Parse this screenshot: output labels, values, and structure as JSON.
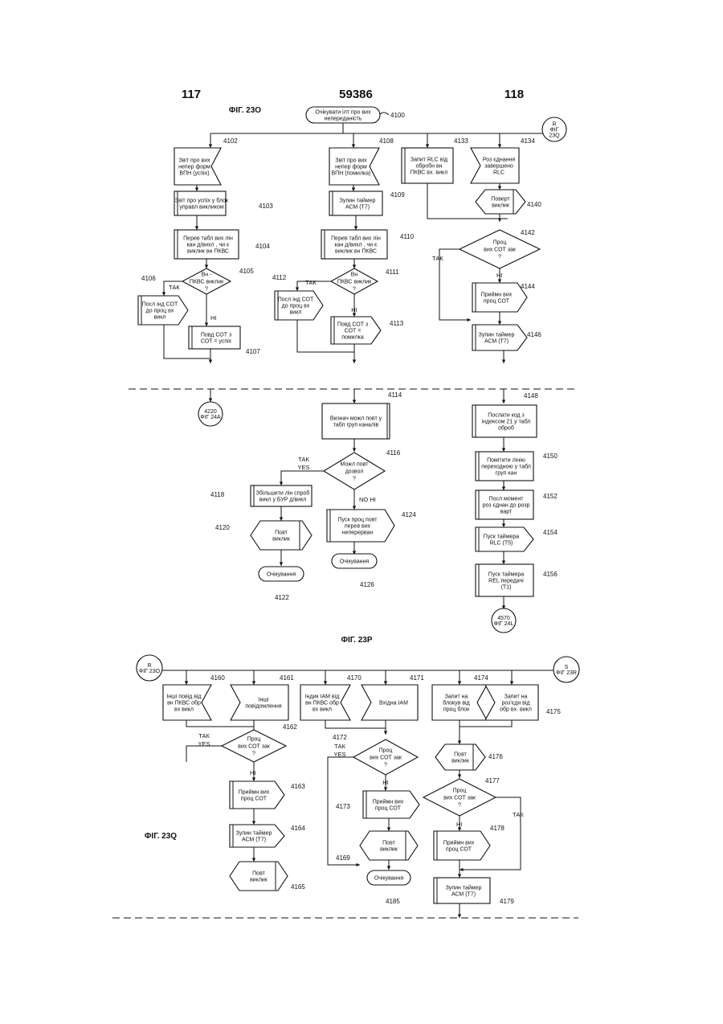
{
  "header": {
    "left": "117",
    "center": "59386",
    "right": "118"
  },
  "fig_o": {
    "title": "ФІГ. 23О",
    "start": {
      "id": "4100",
      "lines": [
        "Очікувати ілт про вих",
        "непереданість"
      ]
    },
    "conn_r": {
      "lines": [
        "R",
        "ФІГ",
        "23Q"
      ]
    },
    "b4102": {
      "id": "4102",
      "lines": [
        "Звіт про вих",
        "непер форм",
        "ВПН (успіх)"
      ]
    },
    "b4103": {
      "id": "4103",
      "lines": [
        "Звіт про успіх у блок",
        "управл викликом"
      ]
    },
    "b4104": {
      "id": "4104",
      "lines": [
        "Перев табл вих лін",
        "кан д/вихл , чи є",
        "виклик вн ПКВС"
      ]
    },
    "d4105": {
      "id": "4105",
      "lines": [
        "Вн -",
        "ПКВС виклик",
        "?"
      ]
    },
    "yes4105": "ТАК",
    "no4105": "НІ",
    "b4106": {
      "id": "4106",
      "lines": [
        "Посл інд СОТ",
        "до проц вх",
        "викл"
      ]
    },
    "b4107": {
      "id": "4107",
      "lines": [
        "Повд СОТ з",
        "СОТ = успіх"
      ]
    },
    "b4108": {
      "id": "4108",
      "lines": [
        "Звіт про вих",
        "непер форм",
        "ВПН (помилка)"
      ]
    },
    "b4109": {
      "id": "4109",
      "lines": [
        "Зупин таймер",
        "АСМ (Т7)"
      ]
    },
    "b4110": {
      "id": "4110",
      "lines": [
        "Перев табл вих лін",
        "кан д/вихл , чи є",
        "виклик вн ПКВС"
      ]
    },
    "d4111": {
      "id": "4111",
      "lines": [
        "Вн",
        "ПКВС виклик",
        "?"
      ]
    },
    "yes4111": "ТАК",
    "no4111": "НІ",
    "b4112": {
      "id": "4112",
      "lines": [
        "Посл інд СОТ",
        "до проц вх",
        "викл"
      ]
    },
    "b4113": {
      "id": "4113",
      "lines": [
        "Повд СОТ з",
        "СОТ =",
        "помилка"
      ]
    },
    "b4133": {
      "id": "4133",
      "lines": [
        "Запит RLC від",
        "обробн вн",
        "ПКВС вх. викл"
      ]
    },
    "b4134": {
      "id": "4134",
      "lines": [
        "Роз єднання",
        "завершено",
        "RLC"
      ]
    },
    "b4140": {
      "id": "4140",
      "lines": [
        "Поверт",
        "виклик"
      ]
    },
    "d4142": {
      "id": "4142",
      "lines": [
        "Проц",
        "вих СОТ зак",
        "?"
      ]
    },
    "yes4142": "ТАК",
    "no4142": "НІ",
    "b4144": {
      "id": "4144",
      "lines": [
        "Приймн вих",
        "проц СОТ"
      ]
    },
    "b4146": {
      "id": "4146",
      "lines": [
        "Зупин таймер",
        "АСМ (Т7)"
      ]
    }
  },
  "fig_p": {
    "title": "ФІГ. 23Р",
    "c4220": {
      "lines": [
        "4220",
        "ФІГ 24А"
      ]
    },
    "b4114": {
      "id": "4114",
      "lines": [
        "Визнач можл повт у",
        "табл груп каналів"
      ]
    },
    "d4116": {
      "id": "4116",
      "lines": [
        "Можл повт",
        "дозвол",
        "?"
      ]
    },
    "yes4116": [
      "ТАК",
      "YES"
    ],
    "no4116": "NO  НІ",
    "b4118": {
      "id": "4118",
      "lines": [
        "Збільшити лін спроб",
        "викл у БУР д/викл"
      ]
    },
    "b4120": {
      "id": "4120",
      "lines": [
        "Повт",
        "виклик"
      ]
    },
    "t4122": {
      "id": "4122",
      "text": "Очікування"
    },
    "b4124": {
      "id": "4124",
      "lines": [
        "Пуск проц повт",
        "перев вих",
        "неперерван"
      ]
    },
    "t4126": {
      "id": "4126",
      "text": "Очікування"
    },
    "b4148": {
      "id": "4148",
      "lines": [
        "Послати код з",
        "індексом 21 у табл",
        "оброб"
      ]
    },
    "b4150": {
      "id": "4150",
      "lines": [
        "Помітити лінію",
        "переходною у табл",
        "груп кан"
      ]
    },
    "b4152": {
      "id": "4152",
      "lines": [
        "Посл момент",
        "роз єднан до розр",
        "варт"
      ]
    },
    "b4154": {
      "id": "4154",
      "lines": [
        "Пуск таймера",
        "RLC (Т5)"
      ]
    },
    "b4156": {
      "id": "4156",
      "lines": [
        "Пуск таймера",
        "REL передачі",
        "(Т1)"
      ]
    },
    "c4570": {
      "lines": [
        "4570",
        "ФІГ 24L"
      ]
    }
  },
  "fig_q": {
    "title": "ФІГ. 23Q",
    "conn_r": {
      "lines": [
        "R",
        "ФІГ 23О"
      ]
    },
    "conn_s": {
      "lines": [
        "S",
        "ФІГ 23R"
      ]
    },
    "b4160": {
      "id": "4160",
      "lines": [
        "Інші повід від",
        "вн ПКВС обр",
        "вх викл"
      ]
    },
    "b4161": {
      "id": "4161",
      "lines": [
        "Інші",
        "повідомлення"
      ]
    },
    "d4162": {
      "id": "4162",
      "lines": [
        "Проц",
        "вих СОТ зак",
        "?"
      ]
    },
    "yes4162": [
      "ТАК",
      "YES"
    ],
    "no4162": "НІ",
    "b4163": {
      "id": "4163",
      "lines": [
        "Приймн вих",
        "проц СОТ"
      ]
    },
    "b4164": {
      "id": "4164",
      "lines": [
        "Зупин таймер",
        "АСМ (Т7)"
      ]
    },
    "b4165": {
      "id": "4165",
      "lines": [
        "Повт",
        "виклик"
      ]
    },
    "b4170": {
      "id": "4170",
      "lines": [
        "Індик ІАМ від",
        "вн ПКВС обр",
        "вх викл"
      ]
    },
    "b4171": {
      "id": "4171",
      "lines": [
        "Вхідна ІАМ"
      ]
    },
    "d4172": {
      "id": "4172",
      "lines": [
        "Проц",
        "вих СОТ зак",
        "?"
      ]
    },
    "yes4172": [
      "ТАК",
      "YES"
    ],
    "no4172": "НІ",
    "b4173": {
      "id": "4173",
      "lines": [
        "Приймн вих",
        "проц СОТ"
      ]
    },
    "b4169": {
      "id": "4169",
      "lines": [
        "Повт",
        "виклик"
      ]
    },
    "t4185": {
      "id": "4185",
      "text": "Очікування"
    },
    "b4174": {
      "id": "4174",
      "lines": [
        "Запит на",
        "блокув від",
        "проц блок"
      ]
    },
    "b4175": {
      "id": "4175",
      "lines": [
        "Запит на",
        "роз'єдн від",
        "обр вх. викл"
      ]
    },
    "b4176": {
      "id": "4176",
      "lines": [
        "Повт",
        "виклик"
      ]
    },
    "d4177": {
      "id": "4177",
      "lines": [
        "Проц",
        "вих СОТ зак",
        "?"
      ]
    },
    "yes4177": "ТАК",
    "no4177": "НІ",
    "b4178": {
      "id": "4178",
      "lines": [
        "Приймн вих",
        "проц СОТ"
      ]
    },
    "b4179": {
      "id": "4179",
      "lines": [
        "Зупин таймер",
        "АСМ (Т7)"
      ]
    }
  }
}
